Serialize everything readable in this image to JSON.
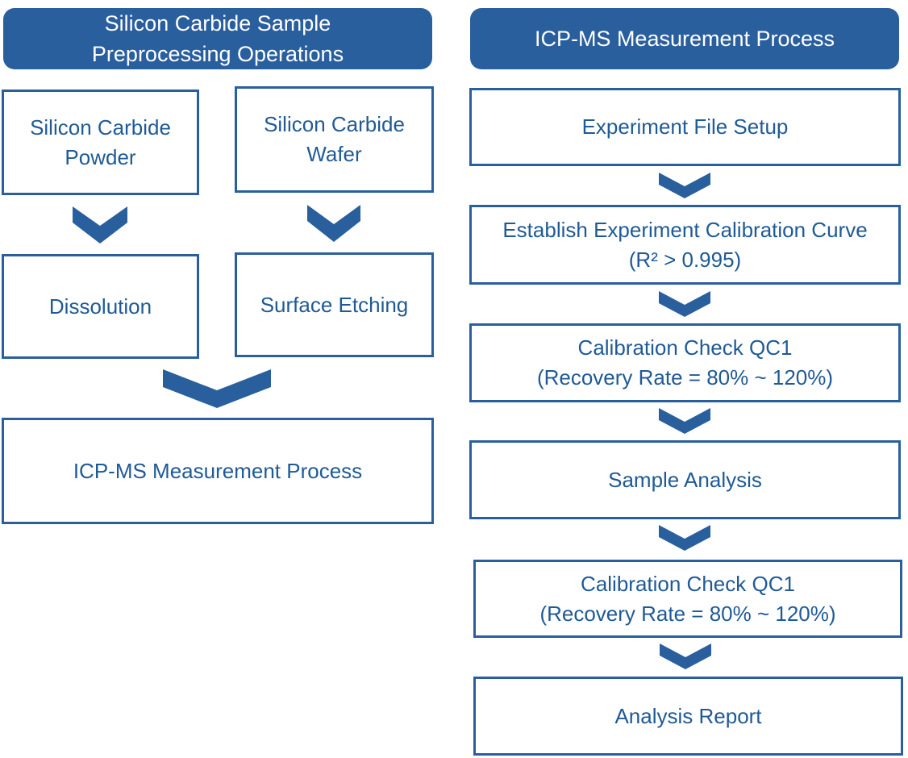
{
  "left_column": {
    "header": "Silicon Carbide Sample\nPreprocessing Operations",
    "powder": "Silicon Carbide\nPowder",
    "wafer": "Silicon Carbide\nWafer",
    "dissolution": "Dissolution",
    "surface_etching": "Surface Etching",
    "result": "ICP-MS Measurement Process"
  },
  "right_column": {
    "header": "ICP-MS Measurement Process",
    "steps": [
      "Experiment File Setup",
      "Establish Experiment Calibration Curve\n(R² > 0.995)",
      "Calibration Check QC1\n(Recovery Rate = 80% ~ 120%)",
      "Sample Analysis",
      "Calibration Check QC1\n(Recovery Rate = 80% ~ 120%)",
      "Analysis Report"
    ]
  },
  "colors": {
    "primary": "#2a5f9e",
    "text": "#1f5a96"
  }
}
